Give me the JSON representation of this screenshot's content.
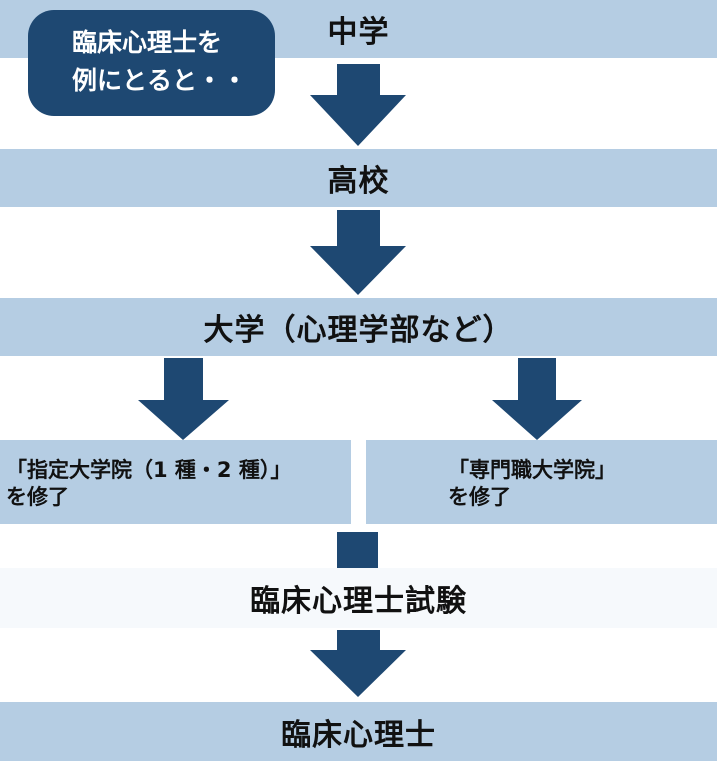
{
  "callout": {
    "line1": "臨床心理士を",
    "line2": "例にとると・・"
  },
  "stages": {
    "junior_high": "中学",
    "high_school": "高校",
    "university": "大学（心理学部など）",
    "designated_grad": {
      "line1": "「指定大学院（1 種・2 種）」",
      "line2": "を修了"
    },
    "professional_grad": {
      "line1": "「専門職大学院」",
      "line2": "を修了"
    },
    "exam": "臨床心理士試験",
    "result": "臨床心理士"
  },
  "colors": {
    "band": "#b5cde3",
    "arrow": "#1e4872",
    "callout": "#1e4872"
  }
}
